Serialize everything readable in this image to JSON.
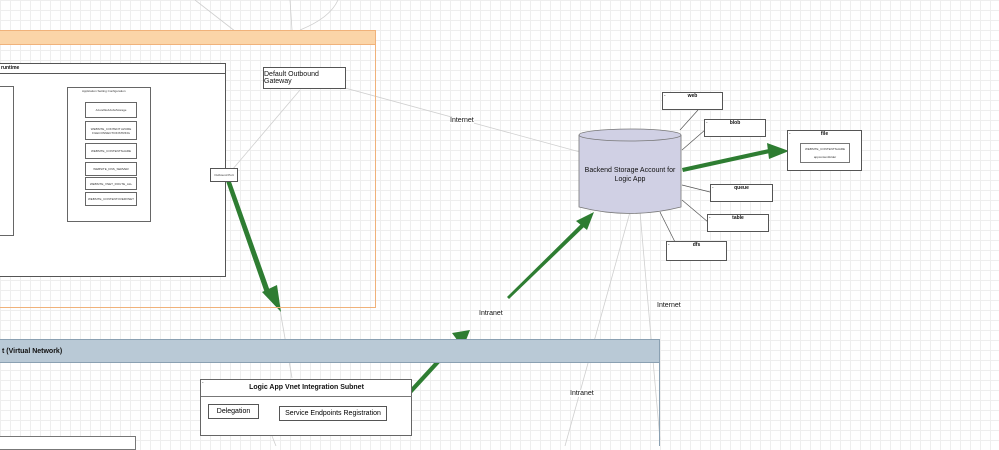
{
  "runtime_title": "runtime",
  "gateway": {
    "label": "Default Outbound Gateway"
  },
  "storage": {
    "label": "Backend Storage Account for Logic App"
  },
  "settings_panel": {
    "title": "Application Setting Configuration",
    "items": [
      "AzureWebJobsStorage",
      "WEBSITE_CONTENT AZURE FILECONNECTIONSTRING",
      "WEBSITE_CONTENTSHARE",
      "WEBSITE_DNS_SERVER",
      "WEBSITE_VNET_ROUTE_ALL",
      "WEBSITE_CONTENTOVERVNET"
    ]
  },
  "outbound_node": {
    "label": "Outbound Port"
  },
  "services": {
    "web": "web",
    "blob": "blob",
    "file": "file",
    "queue": "queue",
    "table": "table",
    "dfs": "dfs",
    "file_inner": "WEBSITE_CONTENTSHARE",
    "file_inner_sub": "appcontentfolder"
  },
  "edge_labels": {
    "internet_top": "Internet",
    "intranet_mid": "Intranet",
    "internet_right": "Internet",
    "intranet_bottom": "Intranet"
  },
  "vnet": {
    "title": "t (Virtual Network)"
  },
  "subnet": {
    "title": "Logic App Vnet Integration Subnet",
    "delegation": "Delegation",
    "endpoints": "Service Endpoints Registration"
  },
  "colors": {
    "orange_header": "#fbd5a8",
    "orange_border": "#f0b27a",
    "vnet_header": "#b9c9d6",
    "cylinder": "#d0d0e4",
    "green_arrow": "#2e7d32"
  }
}
